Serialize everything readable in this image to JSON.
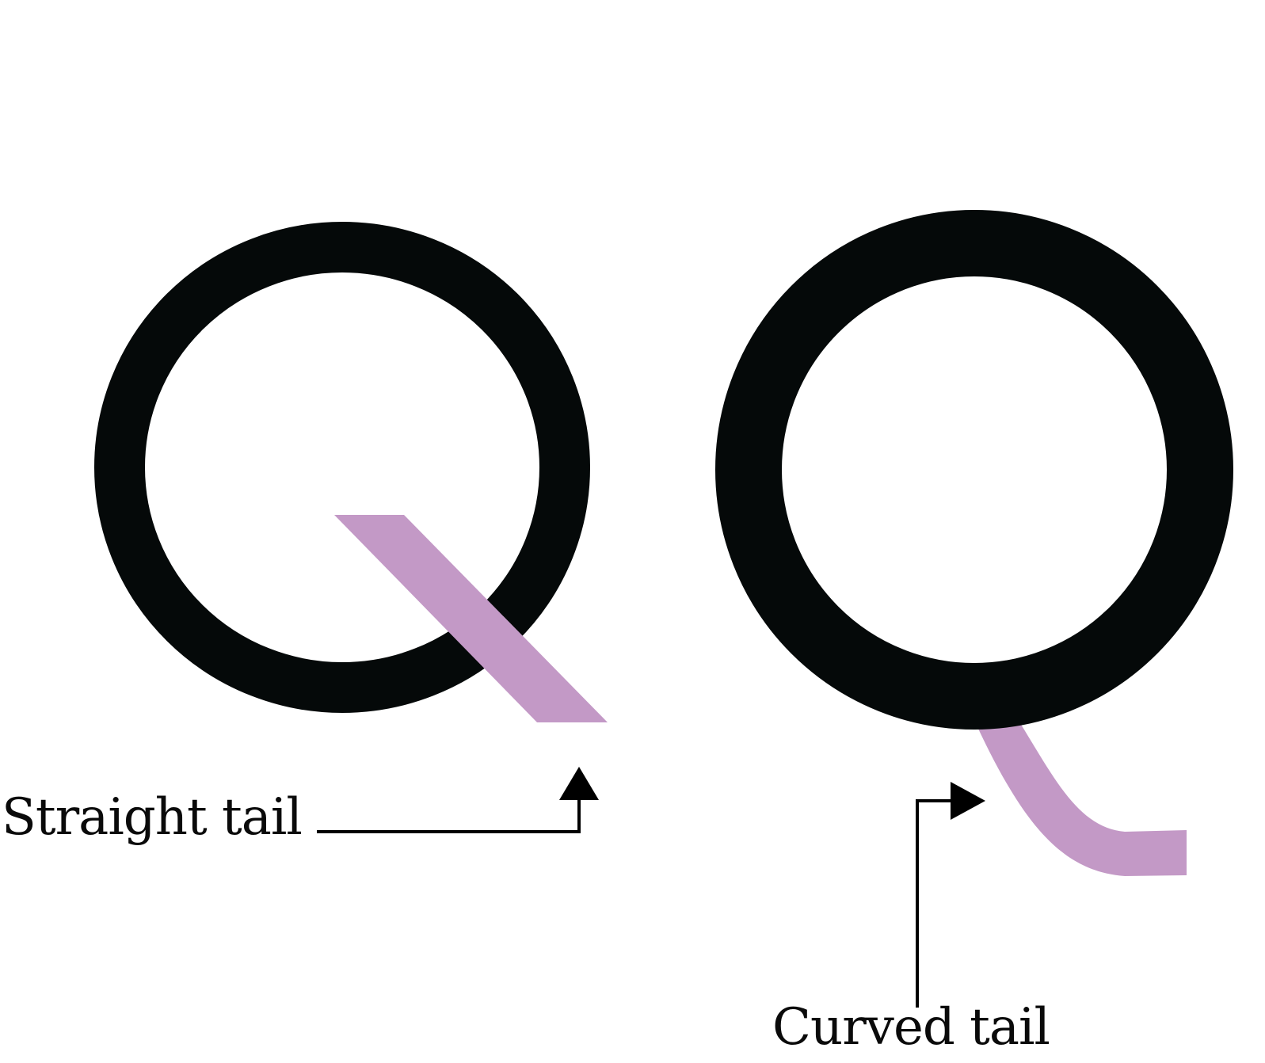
{
  "colors": {
    "background": "#ffffff",
    "letter": "#050909",
    "tail_highlight": "#c399c6",
    "connector": "#000000",
    "label_text": "#0a0a0a"
  },
  "figures": [
    {
      "glyph": "Q",
      "tail_style": "straight"
    },
    {
      "glyph": "Q",
      "tail_style": "curved"
    }
  ],
  "callouts": {
    "straight": {
      "label": "Straight tail",
      "icon": "arrow-up-icon"
    },
    "curved": {
      "label": "Curved tail",
      "icon": "arrow-right-icon"
    }
  }
}
